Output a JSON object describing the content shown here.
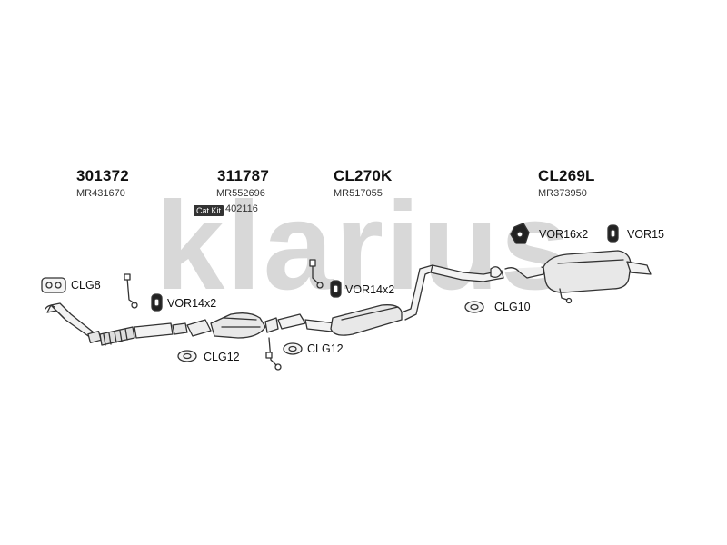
{
  "watermark": "klarius",
  "colors": {
    "watermark": "#d6d6d6",
    "part_fill": "#eeeeee",
    "part_stroke": "#333333"
  },
  "parts": [
    {
      "number": "301372",
      "ref": "MR431670"
    },
    {
      "number": "311787",
      "ref": "MR552696"
    },
    {
      "number": "CL270K",
      "ref": "MR517055"
    },
    {
      "number": "CL269L",
      "ref": "MR373950"
    }
  ],
  "cat_kit": {
    "label": "Cat Kit",
    "number": "402116"
  },
  "fittings": {
    "clg8": "CLG8",
    "vor14x2_a": "VOR14x2",
    "vor14x2_b": "VOR14x2",
    "vor16x2": "VOR16x2",
    "vor15": "VOR15",
    "clg10": "CLG10",
    "clg12_a": "CLG12",
    "clg12_b": "CLG12"
  }
}
